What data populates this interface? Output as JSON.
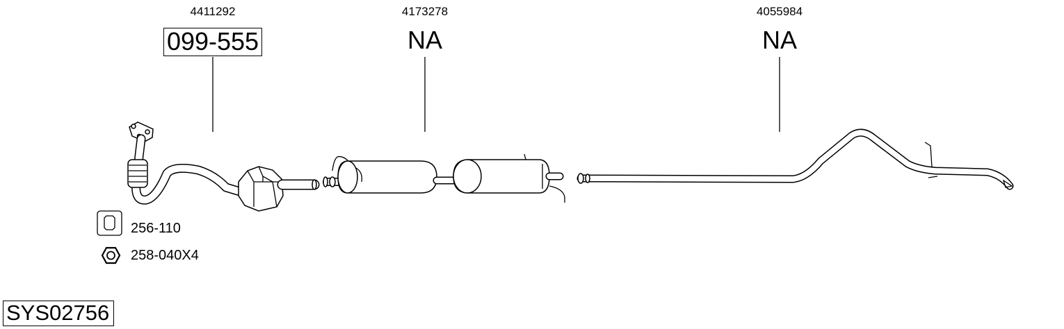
{
  "system_code": "SYS02756",
  "parts": [
    {
      "oem": "4411292",
      "part_no": "099-555",
      "boxed": true
    },
    {
      "oem": "4173278",
      "part_no": "NA",
      "boxed": false
    },
    {
      "oem": "4055984",
      "part_no": "NA",
      "boxed": false
    }
  ],
  "accessories": [
    {
      "icon": "gasket-icon",
      "part_no": "256-110"
    },
    {
      "icon": "nut-icon",
      "part_no": "258-040X4"
    }
  ]
}
